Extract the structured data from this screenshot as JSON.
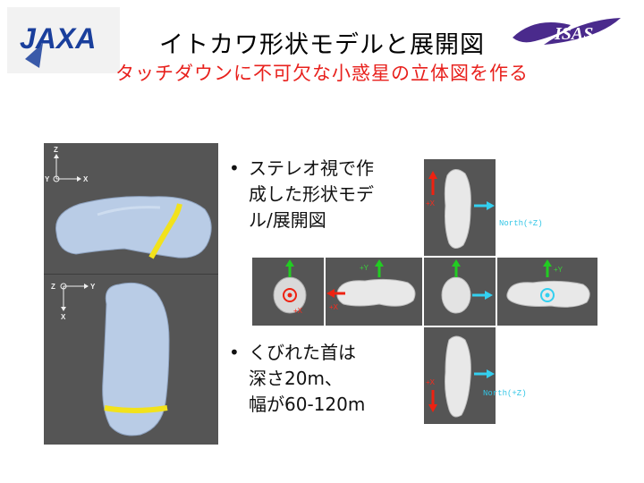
{
  "header": {
    "logo_left": "JAXA",
    "logo_right": "ISAS",
    "title": "イトカワ形状モデルと展開図",
    "subtitle": "タッチダウンに不可欠な小惑星の立体図を作る"
  },
  "left_panel": {
    "top_axes": {
      "z": "Z",
      "y": "Y",
      "x": "X"
    },
    "bottom_axes": {
      "z": "Z",
      "y": "Y",
      "x": "X"
    }
  },
  "bullets": [
    {
      "marker": "•",
      "lines": [
        "ステレオ視で作",
        "成した形状モデ",
        "ル/展開図"
      ]
    },
    {
      "marker": "•",
      "lines": [
        "くびれた首は",
        "深さ20m、",
        "幅が60-120m"
      ]
    }
  ],
  "net": {
    "top_label_x": "+X",
    "top_label_north": "North(+Z)",
    "row_label_y1": "+Y",
    "row_label_x1": "+X",
    "row_label_x2": "+X",
    "row_label_y2": "+Y",
    "bottom_label_x": "+X",
    "bottom_label_north": "North(+Z)"
  },
  "colors": {
    "title": "#000000",
    "subtitle": "#e8211d",
    "panel_bg": "#555555",
    "asteroid_blue": "#b9cce6",
    "band_yellow": "#f2e21c",
    "arrow_green": "#22cc22",
    "arrow_red": "#ee2211",
    "arrow_cyan": "#33d0f0",
    "isas_purple": "#4a2a8c"
  }
}
